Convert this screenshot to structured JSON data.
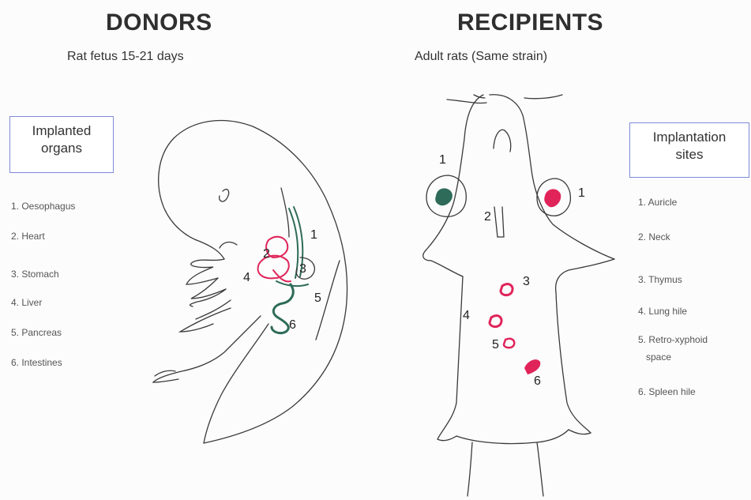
{
  "donors": {
    "title": "DONORS",
    "subtitle": "Rat fetus 15-21 days",
    "box_label": [
      "Implanted",
      "organs"
    ],
    "organs": [
      "1. Oesophagus",
      "2. Heart",
      "3. Stomach",
      "4. Liver",
      "5. Pancreas",
      "6. Intestines"
    ],
    "markers": [
      "1",
      "2",
      "3",
      "4",
      "5",
      "6"
    ]
  },
  "recipients": {
    "title": "RECIPIENTS",
    "subtitle": "Adult rats (Same strain)",
    "box_label": [
      "Implantation",
      "sites"
    ],
    "sites": [
      "1. Auricle",
      "2. Neck",
      "3. Thymus",
      "4. Lung hile",
      "5. Retro-xyphoid",
      "space",
      "6. Spleen hile"
    ],
    "markers": [
      "1",
      "1",
      "2",
      "3",
      "4",
      "5",
      "6"
    ]
  },
  "colors": {
    "organ_green": "#2e6b58",
    "organ_pink": "#e0245a",
    "outline": "#3a3a3a",
    "box_border": "#7e8bd8"
  }
}
